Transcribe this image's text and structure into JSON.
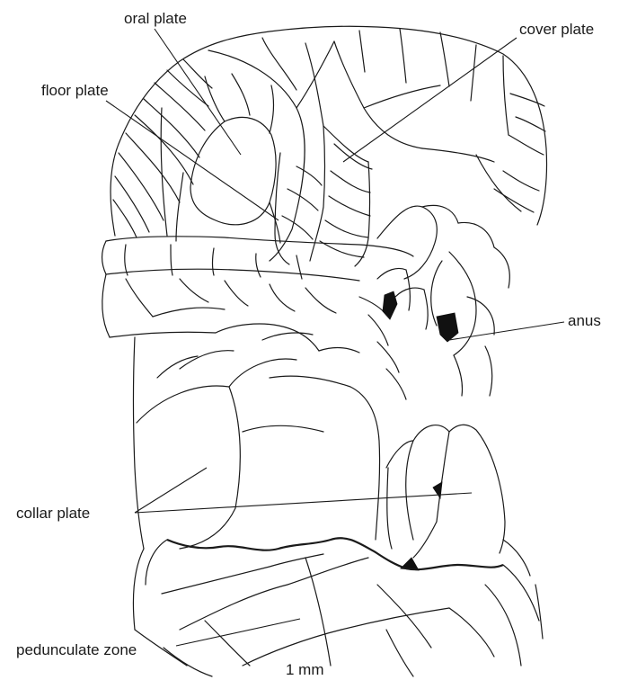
{
  "labels": {
    "oral_plate": "oral plate",
    "cover_plate": "cover plate",
    "floor_plate": "floor plate",
    "anus": "anus",
    "collar_plate": "collar plate",
    "pedunculate_zone": "pedunculate zone",
    "scale": "1 mm"
  },
  "colors": {
    "line": "#1a1a1a",
    "background": "#ffffff"
  }
}
